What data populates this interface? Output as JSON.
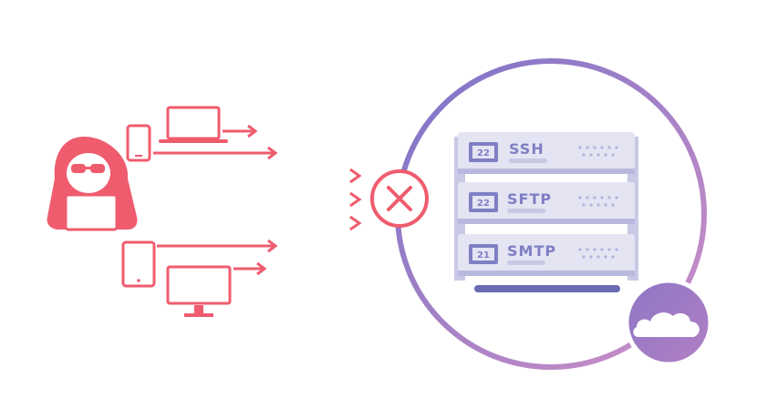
{
  "colors": {
    "attack": "#ef5c6e",
    "attack_light": "#f38a96",
    "purple": "#7f7fc4",
    "purple_dark": "#6a6bb3",
    "lavender": "#e4e4f3",
    "lavender_mid": "#c9c9e6",
    "circle_start": "#7b73c8",
    "circle_end": "#c68ac8",
    "badge": "#9b75c0"
  },
  "icons": {
    "attacker": "hooded-hacker-icon",
    "devices": [
      "smartphone-icon",
      "laptop-icon",
      "tablet-icon",
      "desktop-monitor-icon"
    ],
    "blocked": "blocked-x-icon",
    "cloud": "cloud-icon"
  },
  "servers": [
    {
      "port": "22",
      "service": "SSH"
    },
    {
      "port": "22",
      "service": "SFTP"
    },
    {
      "port": "21",
      "service": "SMTP"
    }
  ]
}
